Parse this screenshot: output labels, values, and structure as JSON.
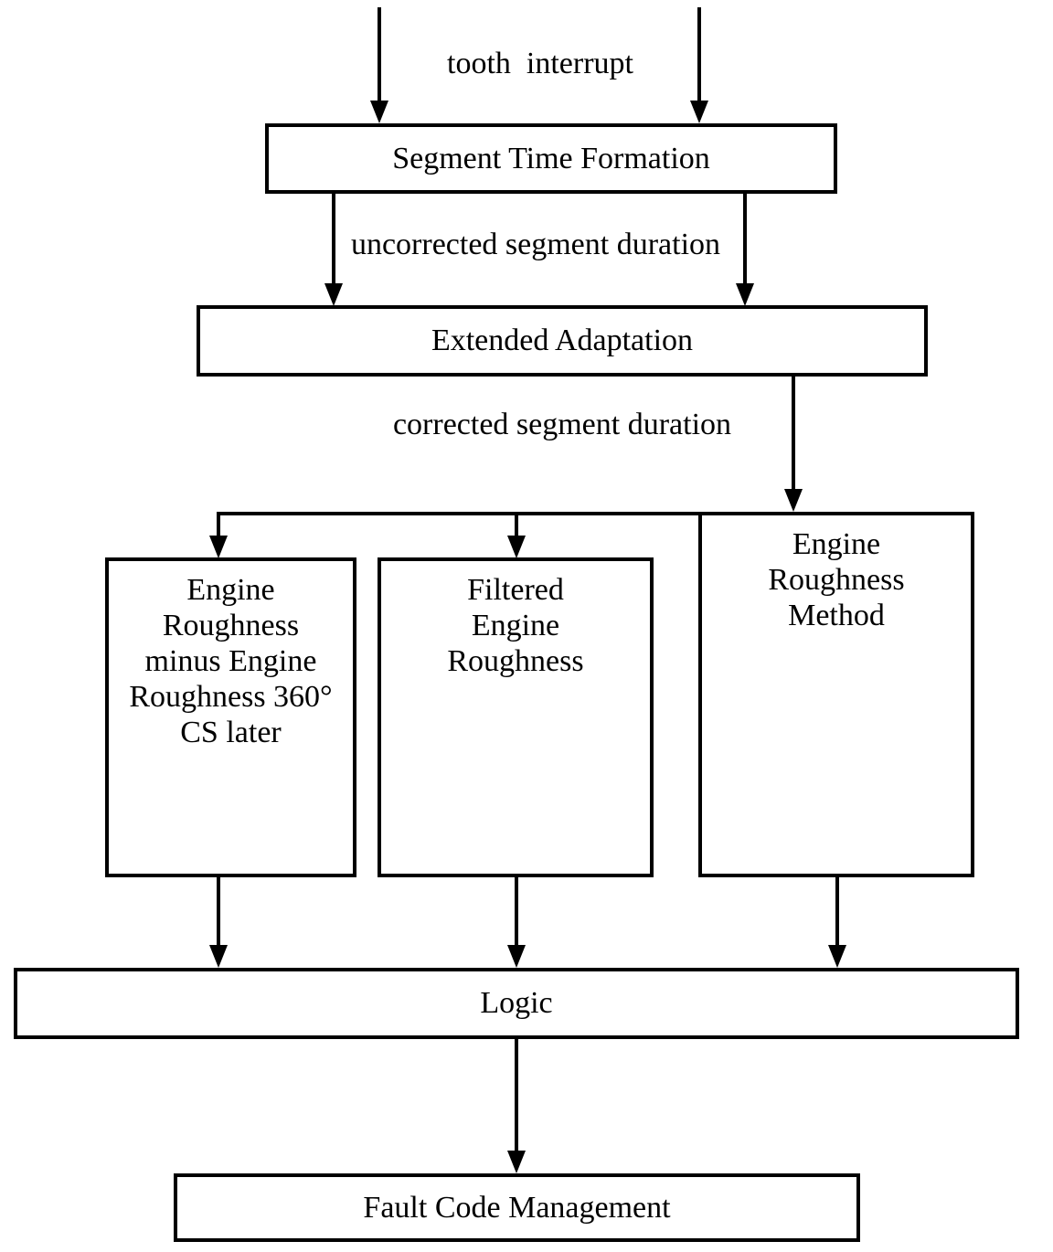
{
  "diagram": {
    "background_color": "#ffffff",
    "line_color": "#000000",
    "labels": {
      "tooth_interrupt": "tooth  interrupt",
      "uncorrected_segment_duration": "uncorrected segment duration",
      "corrected_segment_duration": "corrected segment duration"
    },
    "nodes": {
      "segment_time_formation": "Segment Time Formation",
      "extended_adaptation": "Extended Adaptation",
      "engine_roughness_minus": "Engine\nRoughness\nminus Engine\nRoughness 360°\nCS later",
      "filtered_engine_roughness": "Filtered\nEngine\nRoughness",
      "engine_roughness_method": "Engine\nRoughness\nMethod",
      "logic": "Logic",
      "fault_code_management": "Fault Code Management"
    }
  }
}
